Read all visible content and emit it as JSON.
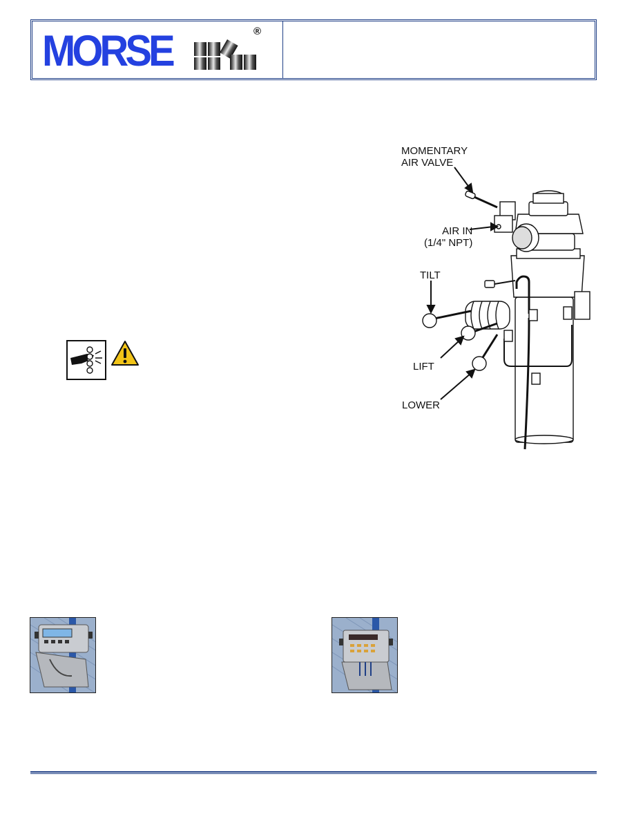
{
  "header": {
    "brand": "MORSE",
    "registered_mark": "®"
  },
  "diagram": {
    "callouts": {
      "momentary_air_valve": [
        "MOMENTARY",
        "AIR VALVE"
      ],
      "air_in": [
        "AIR IN",
        "(1/4\" NPT)"
      ],
      "tilt": "TILT",
      "lift": "LIFT",
      "lower": "LOWER"
    }
  },
  "icons": {
    "pinch_hazard": "pinch-hazard-icon",
    "caution": "caution-triangle-icon"
  },
  "colors": {
    "brand_blue": "#2441e0",
    "rule_blue": "#1f3f86",
    "caution_yellow": "#f2c418"
  }
}
